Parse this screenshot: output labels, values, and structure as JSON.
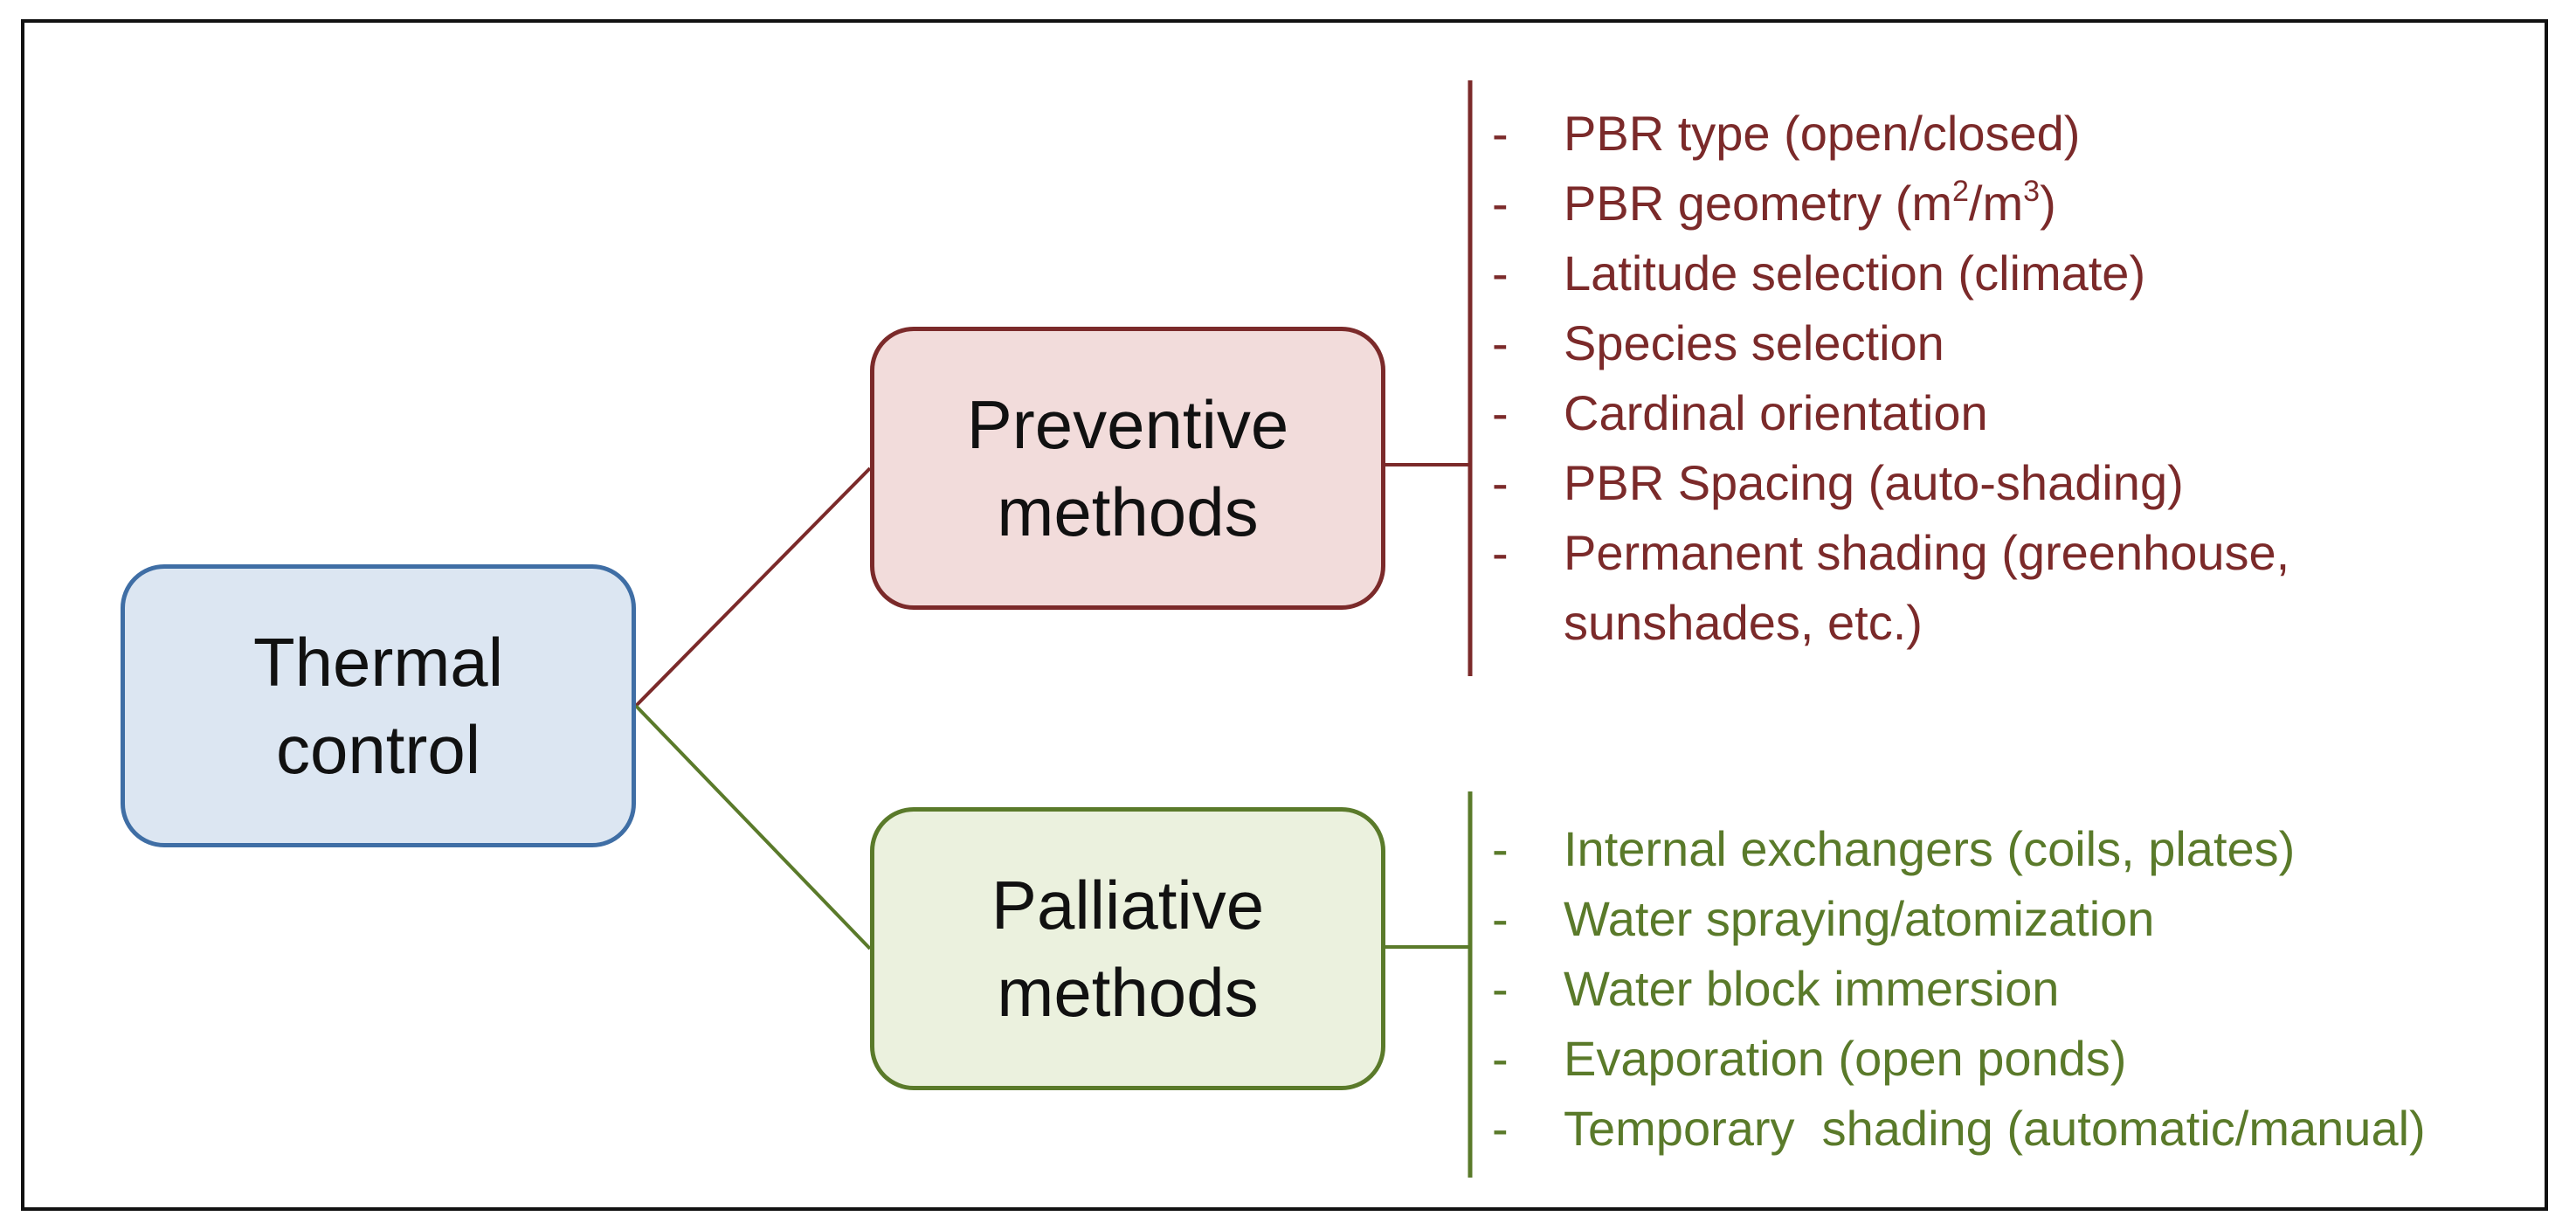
{
  "colors": {
    "root_fill": "#dce6f2",
    "root_border": "#3f6ea5",
    "preventive_fill": "#f2dcdb",
    "preventive_border": "#7b2a2a",
    "palliative_fill": "#ebf1de",
    "palliative_border": "#5a7a2a",
    "frame_border": "#111111"
  },
  "root": {
    "line1": "Thermal",
    "line2": "control"
  },
  "preventive": {
    "line1": "Preventive",
    "line2": "methods",
    "dash": "-",
    "items": [
      {
        "text": "PBR type (open/closed)"
      },
      {
        "pre": "PBR geometry (m",
        "sup1": "2",
        "mid": "/m",
        "sup2": "3",
        "post": ")"
      },
      {
        "text": "Latitude selection (climate)"
      },
      {
        "text": "Species selection"
      },
      {
        "text": "Cardinal orientation"
      },
      {
        "text": "PBR Spacing (auto-shading)"
      },
      {
        "text": "Permanent shading (greenhouse,",
        "cont": "sunshades, etc.)"
      }
    ]
  },
  "palliative": {
    "line1": "Palliative",
    "line2": "methods",
    "dash": "-",
    "items": [
      {
        "text": "Internal exchangers (coils, plates)"
      },
      {
        "text": "Water spraying/atomization"
      },
      {
        "text": "Water block immersion"
      },
      {
        "text": "Evaporation (open ponds)"
      },
      {
        "text": "Temporary  shading (automatic/manual)"
      }
    ]
  }
}
